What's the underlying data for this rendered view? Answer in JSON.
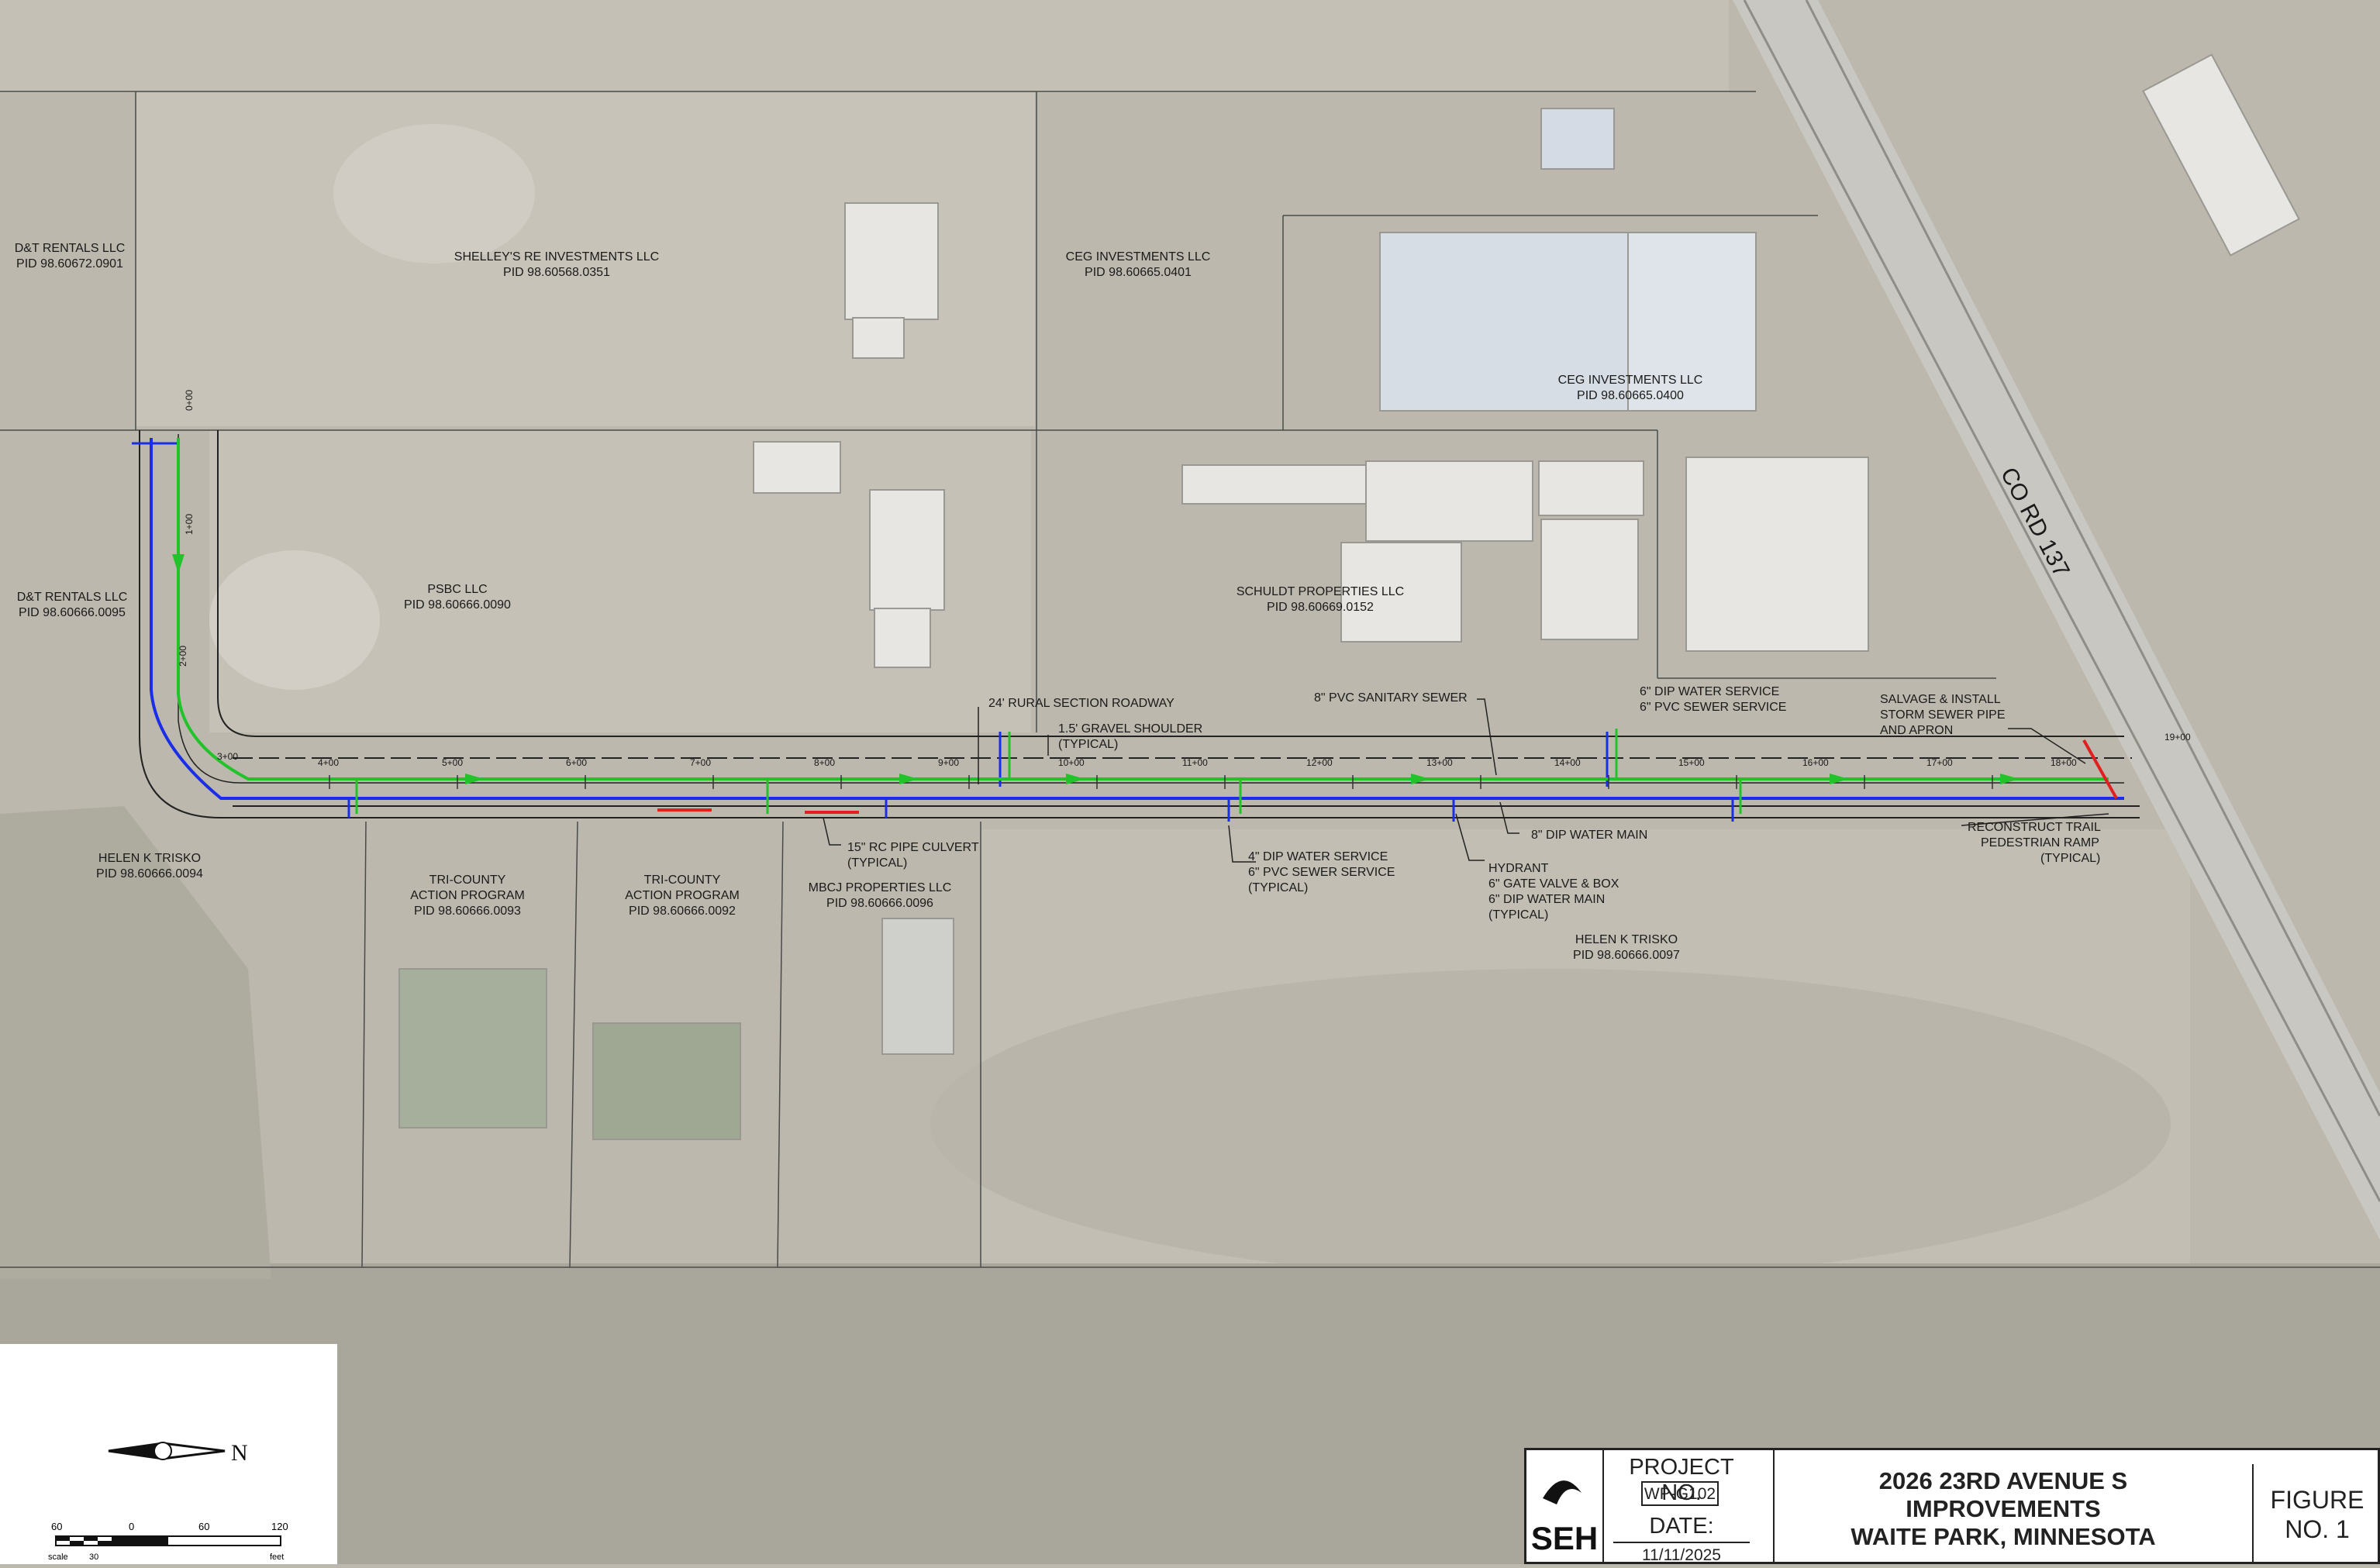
{
  "drawing": {
    "road_label": "CO RD 137",
    "roadway_callout": "24' RURAL SECTION ROADWAY",
    "stations": [
      "0+00",
      "1+00",
      "2+00",
      "3+00",
      "4+00",
      "5+00",
      "6+00",
      "7+00",
      "8+00",
      "9+00",
      "10+00",
      "11+00",
      "12+00",
      "13+00",
      "14+00",
      "15+00",
      "16+00",
      "17+00",
      "18+00",
      "19+00"
    ]
  },
  "parcels": [
    {
      "id": "p1",
      "owner": "D&T RENTALS LLC",
      "pid": "PID 98.60672.0901"
    },
    {
      "id": "p2",
      "owner": "SHELLEY'S RE INVESTMENTS LLC",
      "pid": "PID 98.60568.0351"
    },
    {
      "id": "p3",
      "owner": "CEG INVESTMENTS LLC",
      "pid": "PID 98.60665.0401"
    },
    {
      "id": "p4",
      "owner": "CEG INVESTMENTS LLC",
      "pid": "PID 98.60665.0400"
    },
    {
      "id": "p5",
      "owner": "D&T RENTALS LLC",
      "pid": "PID 98.60666.0095"
    },
    {
      "id": "p6",
      "owner": "PSBC LLC",
      "pid": "PID 98.60666.0090"
    },
    {
      "id": "p7",
      "owner": "SCHULDT PROPERTIES LLC",
      "pid": "PID 98.60669.0152"
    },
    {
      "id": "p8",
      "owner": "HELEN K TRISKO",
      "pid": "PID 98.60666.0094"
    },
    {
      "id": "p9",
      "owner": "TRI-COUNTY",
      "owner2": "ACTION PROGRAM",
      "pid": "PID 98.60666.0093"
    },
    {
      "id": "p10",
      "owner": "TRI-COUNTY",
      "owner2": "ACTION PROGRAM",
      "pid": "PID 98.60666.0092"
    },
    {
      "id": "p11",
      "owner": "MBCJ PROPERTIES LLC",
      "pid": "PID 98.60666.0096"
    },
    {
      "id": "p12",
      "owner": "HELEN K TRISKO",
      "pid": "PID 98.60666.0097"
    }
  ],
  "callouts": {
    "gravel": [
      "1.5' GRAVEL SHOULDER",
      "(TYPICAL)"
    ],
    "sanitary": "8\" PVC SANITARY SEWER",
    "dip_service_top": [
      "6\" DIP WATER SERVICE",
      "6\" PVC SEWER SERVICE"
    ],
    "storm": [
      "SALVAGE & INSTALL",
      "STORM SEWER PIPE",
      "AND APRON"
    ],
    "culvert": [
      "15\" RC PIPE CULVERT",
      "(TYPICAL)"
    ],
    "dip_service_bottom": [
      "4\" DIP WATER SERVICE",
      "6\" PVC SEWER SERVICE",
      "(TYPICAL)"
    ],
    "hydrant": [
      "HYDRANT",
      "6\" GATE VALVE & BOX",
      "6\" DIP WATER MAIN",
      "(TYPICAL)"
    ],
    "water_main": "8\" DIP WATER MAIN",
    "trail": [
      "RECONSTRUCT TRAIL",
      "PEDESTRIAN RAMP",
      "(TYPICAL)"
    ]
  },
  "scale": {
    "ticks": [
      "60",
      "0",
      "60",
      "120"
    ],
    "sub": "30",
    "unit": "feet",
    "left": "scale",
    "north": "N"
  },
  "titleblock": {
    "logo": "SEH",
    "project_label": "PROJECT NO.",
    "project_no": "WP-G102",
    "date_label": "DATE:",
    "date": "11/11/2025",
    "title": [
      "2026 23RD AVENUE S",
      "IMPROVEMENTS",
      "WAITE PARK, MINNESOTA"
    ],
    "figure_label": "FIGURE",
    "figure_no": "NO. 1"
  },
  "colors": {
    "water": "#1a2ee8",
    "sewer": "#22c32a",
    "culvert": "#e02020",
    "aerial": "#bdb8ad"
  }
}
